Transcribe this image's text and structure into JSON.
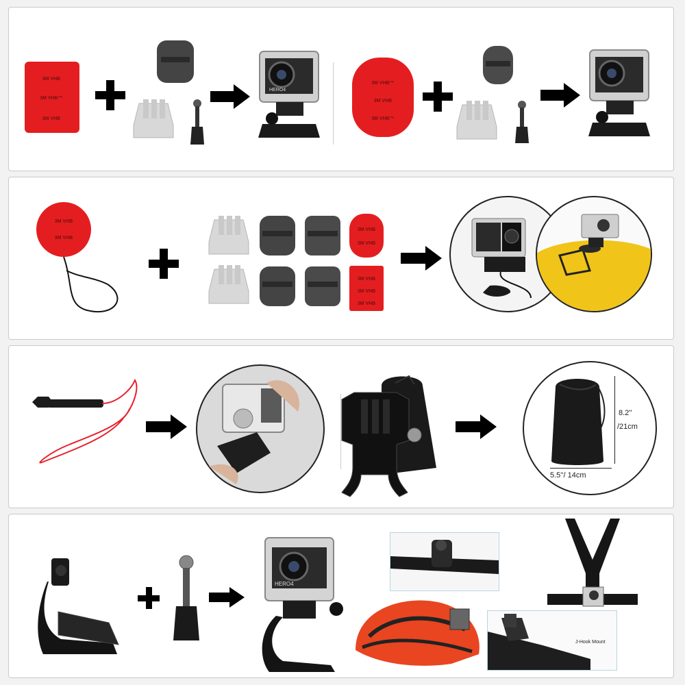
{
  "pad_texts": {
    "a": "3M VHB",
    "b": "3M VHB™",
    "c": "3M VHB",
    "d": "3M VHB™",
    "e": "3M VHB",
    "f": "3M VHB™"
  },
  "camera_model": "HERO4",
  "pouch": {
    "height_label_1": "8.2''",
    "height_label_2": "/21cm",
    "width_label": "5.5''/ 14cm"
  },
  "strap_label": "J-Hook Mount",
  "colors": {
    "adhesive_red": "#e41e20",
    "mount_gray": "#3a3a3a",
    "board_yellow": "#f0c419",
    "lanyard_red": "#e8202a",
    "helmet_red": "#e84520"
  }
}
